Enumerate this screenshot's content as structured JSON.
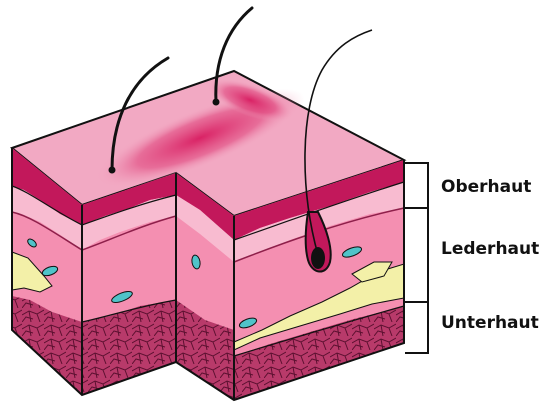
{
  "labels": [
    "Oberhaut",
    "Lederhaut",
    "Unterhaut"
  ],
  "colors": {
    "surface": "#f2a9c3",
    "surface_patch": "#d81b60",
    "epidermis": "#c2185b",
    "dermis": "#f48fb1",
    "dermis_light": "#f8bbd0",
    "fat": "#f3f0a8",
    "subcutis": "#b83a6a",
    "subcutis_dark": "#8e1f4a",
    "vessel": "#4fc3c9",
    "outline": "#111111"
  }
}
